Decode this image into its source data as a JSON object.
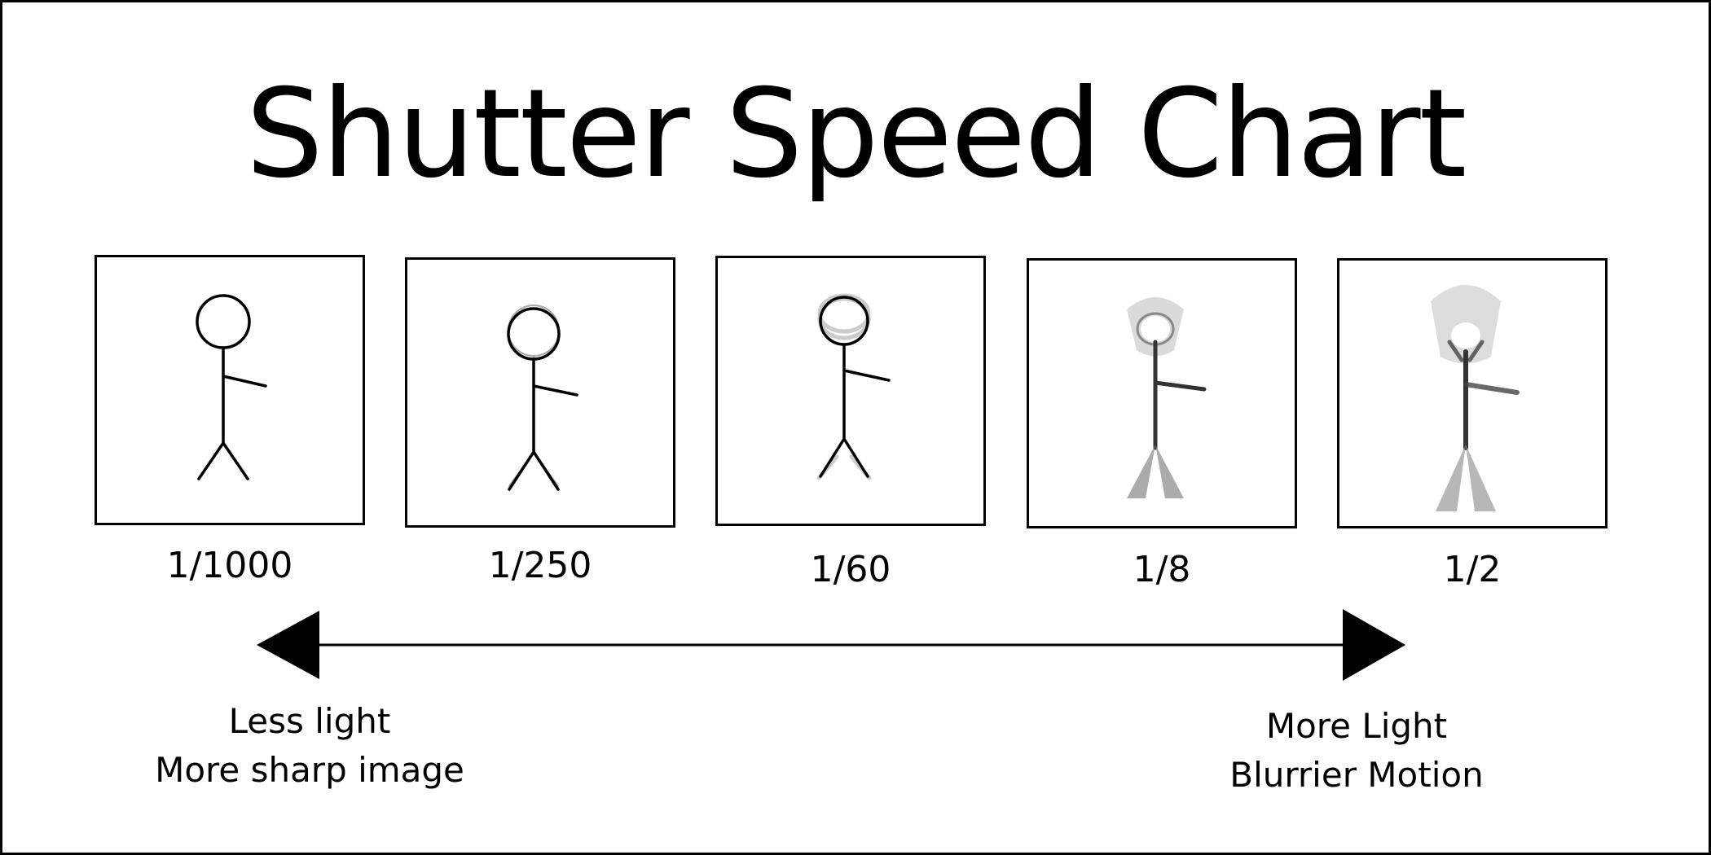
{
  "title": "Shutter Speed Chart",
  "speeds": [
    {
      "label": "1/1000",
      "blur": "none"
    },
    {
      "label": "1/250",
      "blur": "slight"
    },
    {
      "label": "1/60",
      "blur": "moderate"
    },
    {
      "label": "1/8",
      "blur": "heavy"
    },
    {
      "label": "1/2",
      "blur": "very heavy"
    }
  ],
  "left_caption": {
    "line1": "Less light",
    "line2": "More sharp image"
  },
  "right_caption": {
    "line1": "More Light",
    "line2": "Blurrier Motion"
  },
  "colors": {
    "ink": "#000000",
    "background": "#ffffff"
  }
}
